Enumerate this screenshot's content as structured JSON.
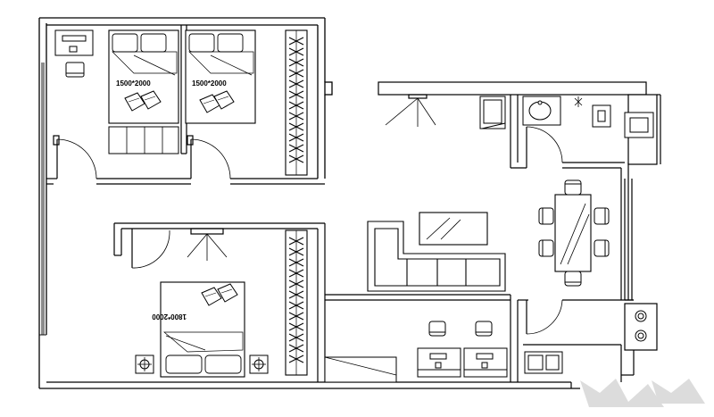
{
  "plan": {
    "bed_labels": [
      "1500*2000",
      "1500*2000",
      "1800*2000"
    ],
    "line_color": "#000000",
    "background": "#ffffff",
    "watermark_color": "#dcdcdc"
  }
}
